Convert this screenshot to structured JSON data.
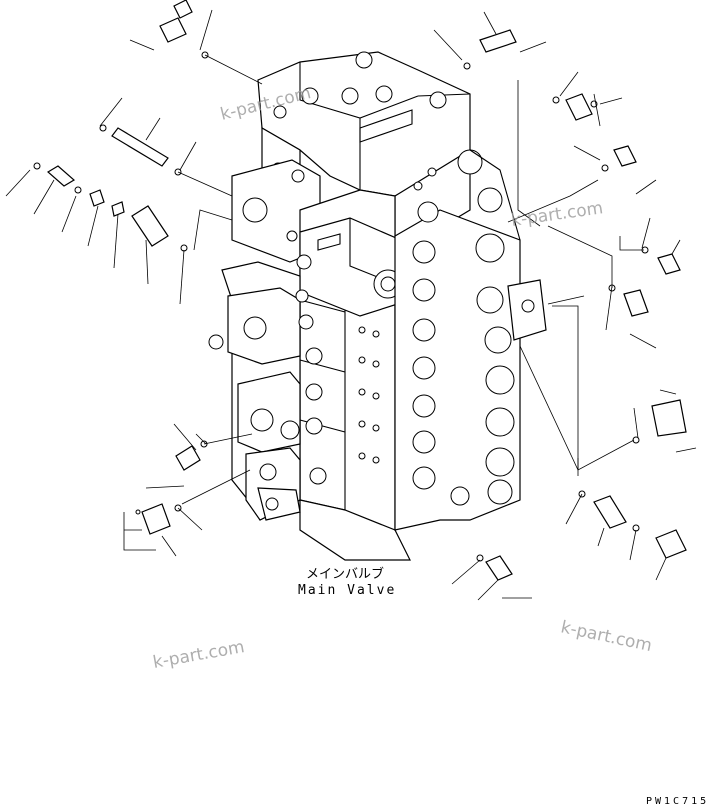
{
  "caption": {
    "japanese": "メインバルブ",
    "english": "Main Valve"
  },
  "watermarks": [
    "k-part.com",
    "k-part.com",
    "k-part.com",
    "k-part.com"
  ],
  "drawing_code": "PW1C715"
}
